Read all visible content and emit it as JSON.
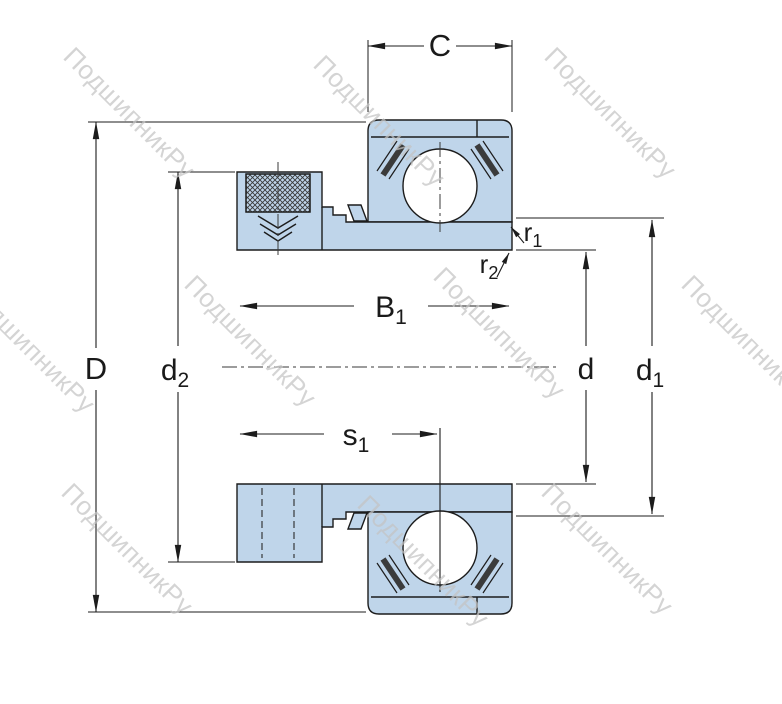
{
  "watermark": {
    "text": "ПодшипникРу"
  },
  "dimension_labels": {
    "C": {
      "base": "C",
      "sub": ""
    },
    "D": {
      "base": "D",
      "sub": ""
    },
    "d2": {
      "base": "d",
      "sub": "2"
    },
    "B1": {
      "base": "B",
      "sub": "1"
    },
    "s1": {
      "base": "s",
      "sub": "1"
    },
    "d": {
      "base": "d",
      "sub": ""
    },
    "d1": {
      "base": "d",
      "sub": "1"
    },
    "r1": {
      "base": "r",
      "sub": "1"
    },
    "r2": {
      "base": "r",
      "sub": "2"
    }
  },
  "colors": {
    "part_fill": "#bfd5ea",
    "line": "#1c1c1c",
    "watermark": "#c4c4c4",
    "seal": "#3b3b3b",
    "background": "#ffffff"
  }
}
